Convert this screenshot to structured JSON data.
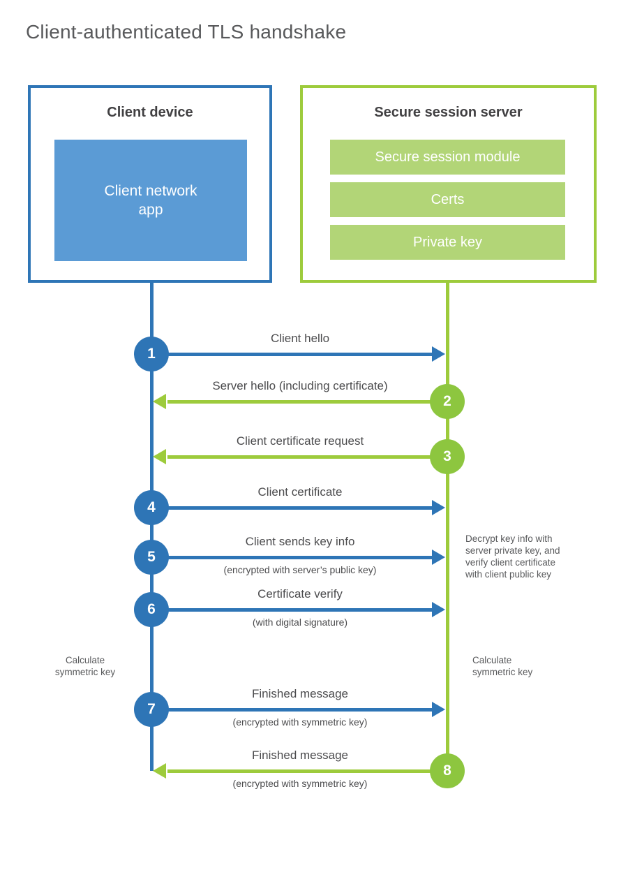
{
  "title": "Client-authenticated TLS handshake",
  "colors": {
    "blue_line": "#2e75b6",
    "blue_fill": "#5b9bd5",
    "green_line": "#9dcb3c",
    "green_circle": "#8dc63f",
    "green_fill": "#b2d577",
    "heading_text": "#414042",
    "label_text": "#4b4b4d"
  },
  "client": {
    "title": "Client device",
    "app_label": "Client network\napp"
  },
  "server": {
    "title": "Secure session server",
    "modules": [
      "Secure session module",
      "Certs",
      "Private key"
    ]
  },
  "steps": [
    {
      "num": "1",
      "from": "client",
      "label": "Client hello",
      "sub": ""
    },
    {
      "num": "2",
      "from": "server",
      "label": "Server hello (including certificate)",
      "sub": ""
    },
    {
      "num": "3",
      "from": "server",
      "label": "Client certificate request",
      "sub": ""
    },
    {
      "num": "4",
      "from": "client",
      "label": "Client certificate",
      "sub": ""
    },
    {
      "num": "5",
      "from": "client",
      "label": "Client sends key info",
      "sub": "(encrypted with server’s public key)"
    },
    {
      "num": "6",
      "from": "client",
      "label": "Certificate verify",
      "sub": "(with digital signature)"
    },
    {
      "num": "7",
      "from": "client",
      "label": "Finished message",
      "sub": "(encrypted with symmetric key)"
    },
    {
      "num": "8",
      "from": "server",
      "label": "Finished message",
      "sub": "(encrypted with symmetric key)"
    }
  ],
  "notes": {
    "decrypt": "Decrypt key info with\nserver private key, and\nverify client certificate\nwith client public key",
    "calc_left": "Calculate\nsymmetric key",
    "calc_right": "Calculate\nsymmetric key"
  }
}
